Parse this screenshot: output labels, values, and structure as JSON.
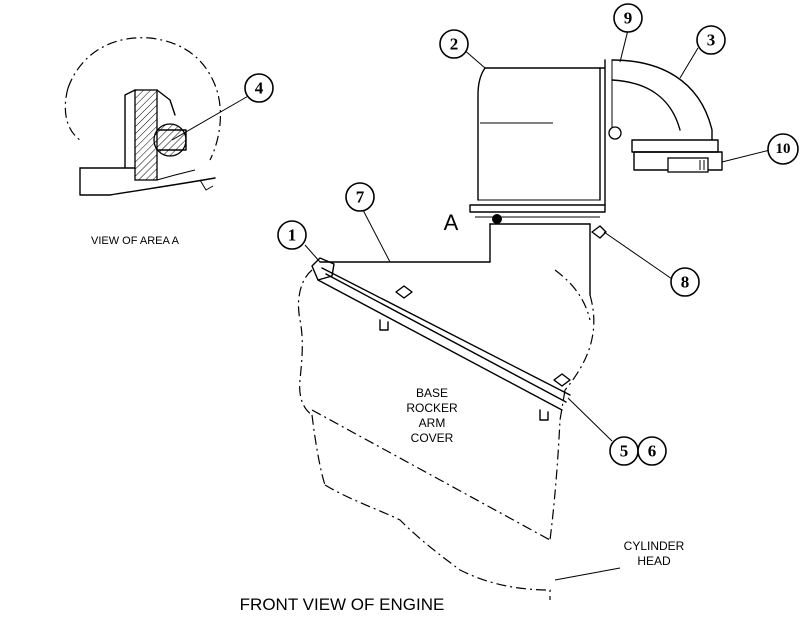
{
  "callouts": [
    "1",
    "2",
    "3",
    "4",
    "5",
    "6",
    "7",
    "8",
    "9",
    "10"
  ],
  "labels": {
    "view_area": "VIEW OF AREA A",
    "area_marker": "A",
    "base_line1": "BASE",
    "base_line2": "ROCKER",
    "base_line3": "ARM",
    "base_line4": "COVER",
    "cyl_line1": "CYLINDER",
    "cyl_line2": "HEAD",
    "front_view": "FRONT VIEW OF ENGINE"
  }
}
